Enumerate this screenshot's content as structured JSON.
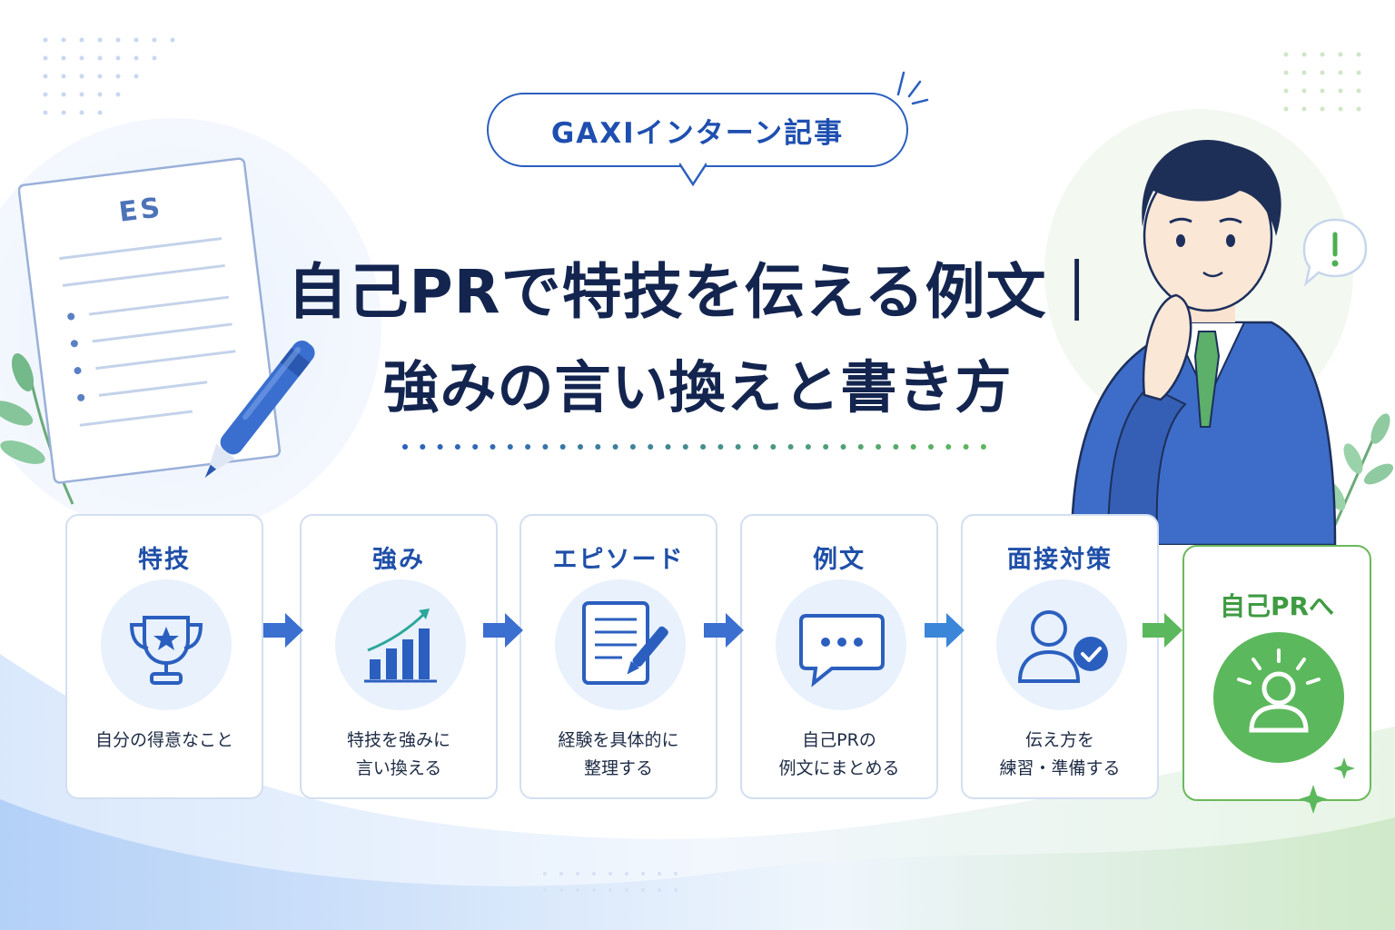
{
  "tag": {
    "label": "GAXIインターン記事"
  },
  "document": {
    "label": "ES"
  },
  "title": {
    "line1": "自己PRで特技を伝える例文｜",
    "line2": "強みの言い換えと書き方"
  },
  "steps": [
    {
      "title": "特技",
      "desc_lines": [
        "自分の得意なこと"
      ],
      "icon": "trophy-icon"
    },
    {
      "title": "強み",
      "desc_lines": [
        "特技を強みに",
        "言い換える"
      ],
      "icon": "growth-chart-icon"
    },
    {
      "title": "エピソード",
      "desc_lines": [
        "経験を具体的に",
        "整理する"
      ],
      "icon": "document-pen-icon"
    },
    {
      "title": "例文",
      "desc_lines": [
        "自己PRの",
        "例文にまとめる"
      ],
      "icon": "chat-bubble-icon"
    },
    {
      "title": "面接対策",
      "desc_lines": [
        "伝え方を",
        "練習・準備する"
      ],
      "icon": "person-check-icon"
    }
  ],
  "final": {
    "title": "自己PRへ",
    "icon": "person-spotlight-icon"
  },
  "colors": {
    "primary_blue": "#2b5fbf",
    "title_navy": "#13254f",
    "accent_green": "#5cb85c",
    "card_border": "#d3dff1"
  }
}
